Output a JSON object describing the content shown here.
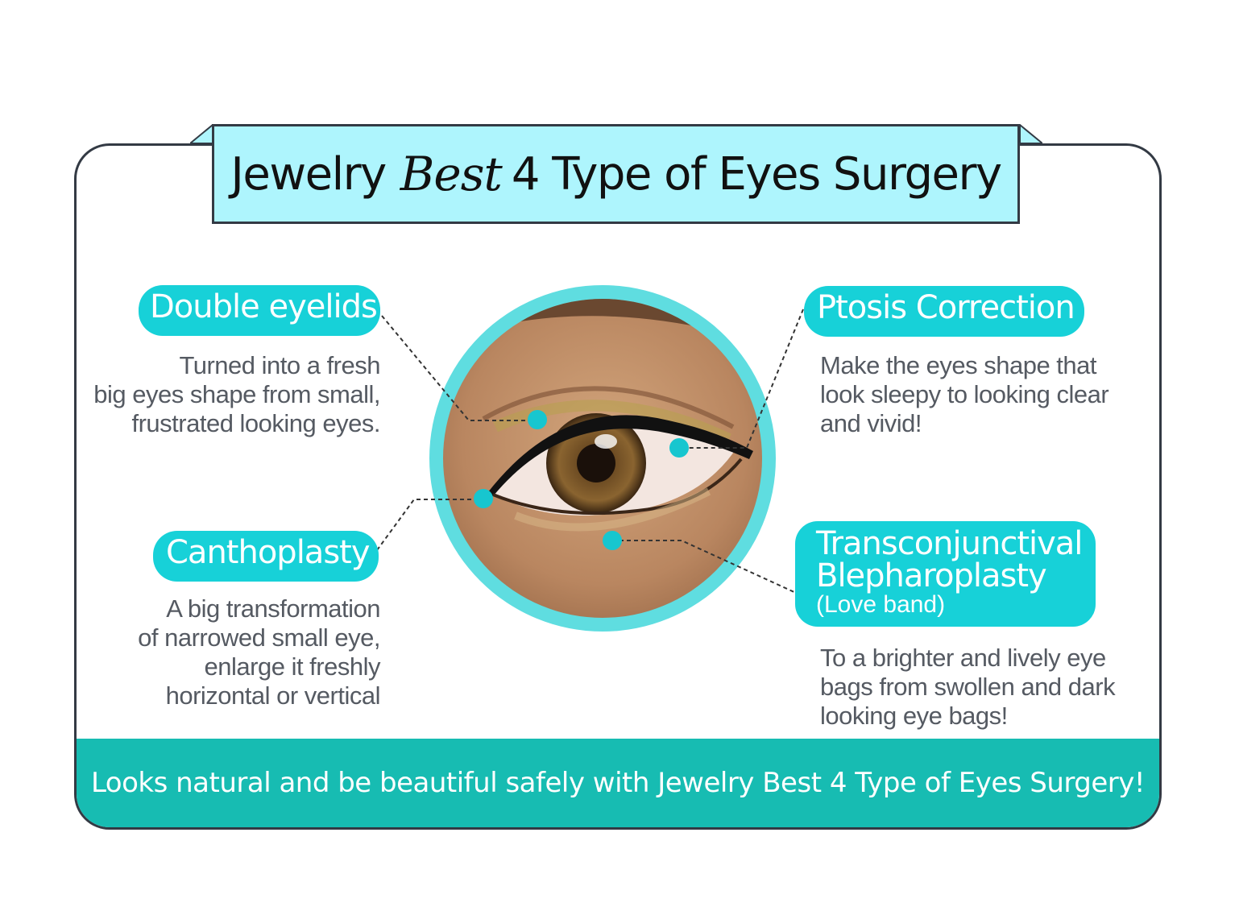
{
  "title": {
    "part1": "Jewelry",
    "highlight": "Best",
    "part2": "4 Type of Eyes Surgery"
  },
  "procedures": {
    "double_eyelids": {
      "name": "Double eyelids",
      "lines": [
        "Turned into a fresh",
        "big eyes shape from small,",
        "frustrated looking eyes."
      ]
    },
    "canthoplasty": {
      "name": "Canthoplasty",
      "lines": [
        "A big transformation",
        "of narrowed small eye,",
        "enlarge it freshly",
        "horizontal or vertical"
      ]
    },
    "ptosis": {
      "name": "Ptosis Correction",
      "lines": [
        "Make the eyes shape that",
        "look sleepy to looking clear",
        "and vivid!"
      ]
    },
    "transconjunctival": {
      "name_line1": "Transconjunctival",
      "name_line2": "Blepharoplasty",
      "sub": "(Love band)",
      "lines": [
        "To a brighter and lively eye",
        "bags from swollen and dark",
        "looking eye bags!"
      ]
    }
  },
  "footer": {
    "text": "Looks natural and be beautiful safely with Jewelry Best 4 Type of Eyes Surgery!"
  },
  "colors": {
    "accent": "#17d1d8",
    "title_bg": "#aef5fd",
    "footer_bg": "#17bcb2",
    "outline": "#333a44",
    "ring": "#5fdde0"
  }
}
